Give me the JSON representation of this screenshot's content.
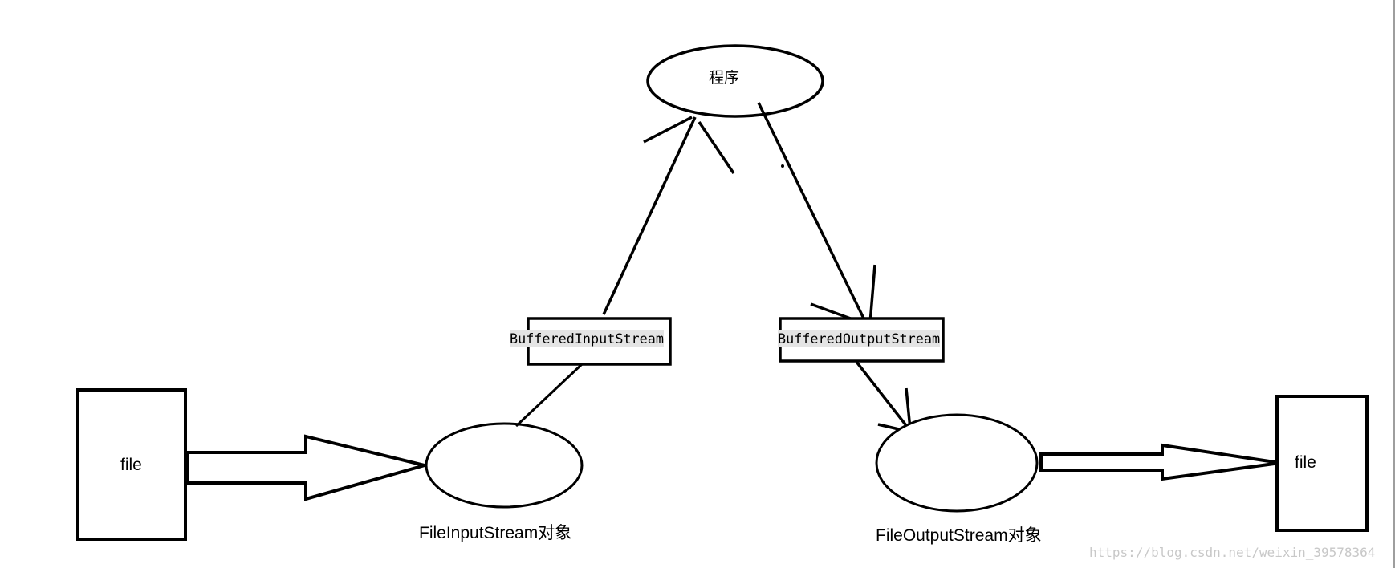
{
  "diagram": {
    "file_left_label": "file",
    "file_right_label": "file",
    "program_label": "程序",
    "buffered_input_label": "BufferedInputStream",
    "buffered_output_label": "BufferedOutputStream",
    "file_input_stream_label": "FileInputStream对象",
    "file_output_stream_label": "FileOutputStream对象"
  },
  "watermark": "https://blog.csdn.net/weixin_39578364"
}
